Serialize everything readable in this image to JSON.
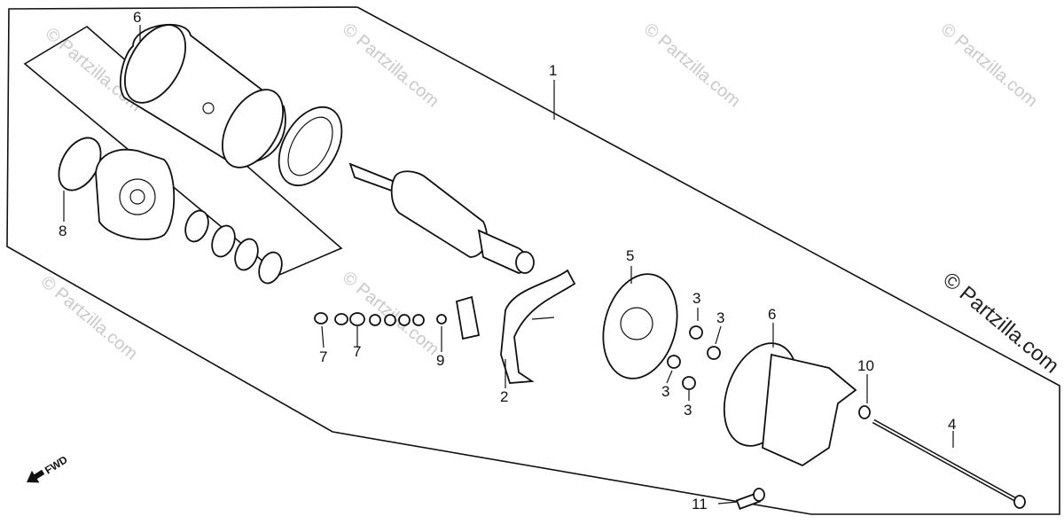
{
  "watermark": {
    "faint_text": "© Partzilla.com",
    "main_text": "© Partzilla.com"
  },
  "direction_marker": {
    "label": "FWD",
    "icon": "fwd-arrow-icon"
  },
  "callouts": [
    {
      "id": "c1",
      "number": "1"
    },
    {
      "id": "c2",
      "number": "2"
    },
    {
      "id": "c3a",
      "number": "3"
    },
    {
      "id": "c3b",
      "number": "3"
    },
    {
      "id": "c3c",
      "number": "3"
    },
    {
      "id": "c3d",
      "number": "3"
    },
    {
      "id": "c4",
      "number": "4"
    },
    {
      "id": "c5",
      "number": "5"
    },
    {
      "id": "c6a",
      "number": "6"
    },
    {
      "id": "c6b",
      "number": "6"
    },
    {
      "id": "c7a",
      "number": "7"
    },
    {
      "id": "c7b",
      "number": "7"
    },
    {
      "id": "c8",
      "number": "8"
    },
    {
      "id": "c9",
      "number": "9"
    },
    {
      "id": "c10",
      "number": "10"
    },
    {
      "id": "c11",
      "number": "11"
    }
  ]
}
